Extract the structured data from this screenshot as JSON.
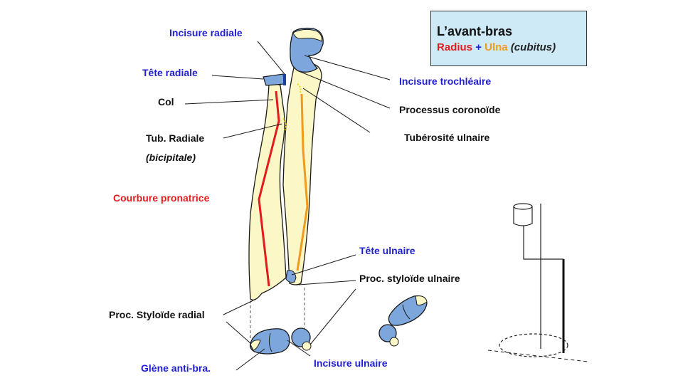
{
  "title": {
    "main": "L’avant-bras",
    "radius": "Radius",
    "plus": "+",
    "ulna": "Ulna",
    "cubitus": "(cubitus)"
  },
  "labels": {
    "incisure_radiale": "Incisure radiale",
    "tete_radiale": "Tête radiale",
    "col": "Col",
    "tub_radiale": "Tub. Radiale",
    "bicipitale": "(bicipitale)",
    "courbure_pronatrice": "Courbure pronatrice",
    "incisure_trochleaire": "Incisure trochléaire",
    "processus_coronoide": "Processus coronoïde",
    "tuberosite_ulnaire": "Tubérosité ulnaire",
    "tete_ulnaire": "Tête ulnaire",
    "proc_styloide_ulnaire": "Proc. styloïde ulnaire",
    "proc_styloide_radial": "Proc. Styloïde radial",
    "glene_anti_bra": "Glène anti-bra.",
    "incisure_ulnaire": "Incisure ulnaire"
  },
  "colors": {
    "bone_fill": "#fbf7c6",
    "bone_outline": "#1a1a1a",
    "radius_axis": "#e21c1c",
    "ulna_axis": "#f29a1c",
    "cartilage_blue": "#7da7dc",
    "label_blue": "#1f1fd0",
    "label_red": "#e21c1c",
    "title_box_bg": "#cfeaf7",
    "dotted_yellow": "#e8d21a"
  }
}
